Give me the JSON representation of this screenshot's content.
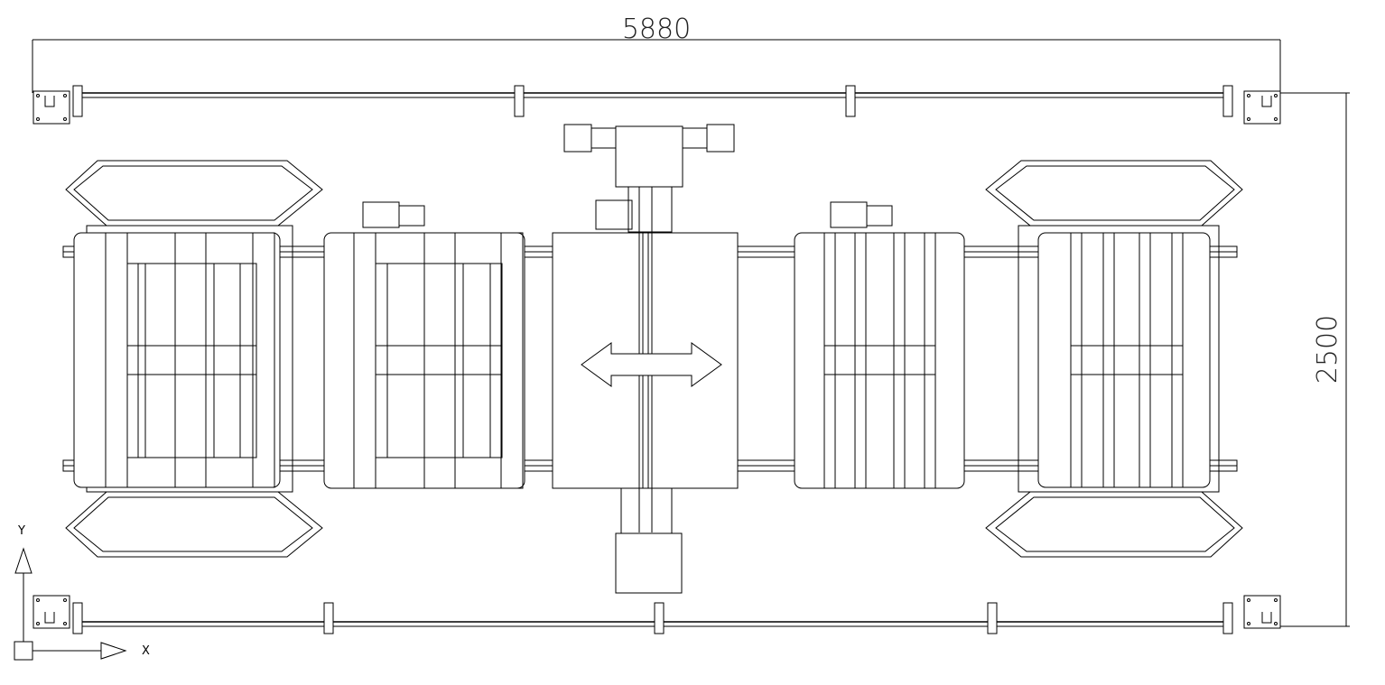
{
  "dimensions": {
    "width_label": "5880",
    "height_label": "2500"
  },
  "ucs": {
    "x_label": "X",
    "y_label": "Y"
  },
  "colors": {
    "line": "#000000",
    "background": "#ffffff"
  }
}
